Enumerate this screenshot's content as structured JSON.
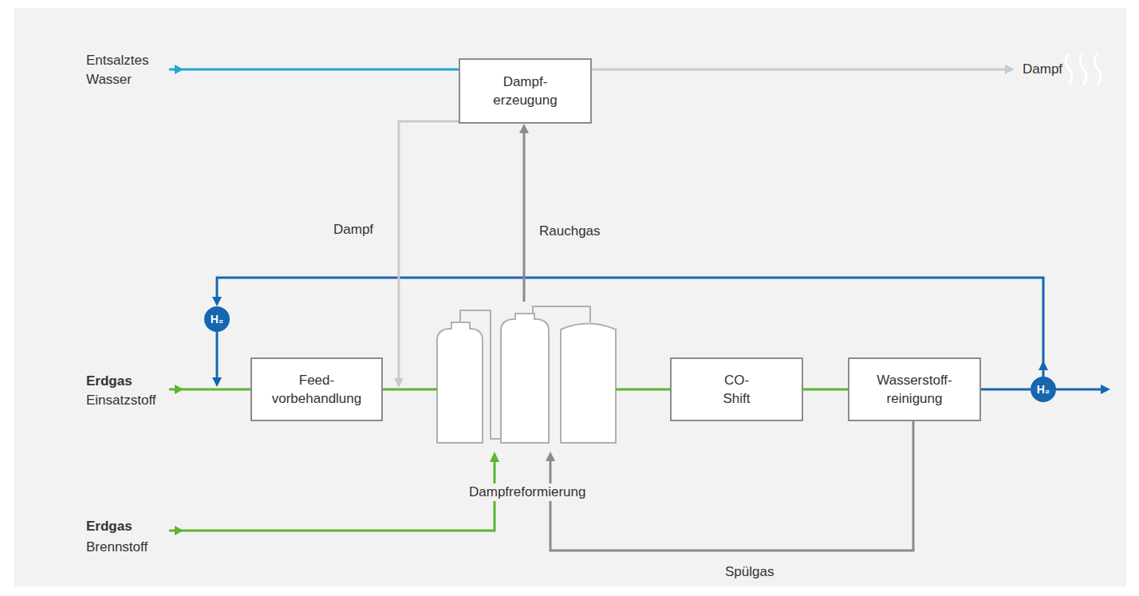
{
  "diagram": {
    "nodes": [
      {
        "text": [
          "Dampf- erzeugung"
        ]
      },
      {
        "text": [
          "Feed- vorbehandlung"
        ]
      },
      {
        "text": [
          "Dampfreformierung"
        ]
      },
      {
        "text": [
          "CO- Shift"
        ]
      },
      {
        "text": [
          "Wasserstoff- reinigung"
        ]
      },
      {
        "text": [
          "H₂"
        ]
      },
      {
        "text": [
          "H₂"
        ]
      }
    ],
    "edges": [
      {
        "from": 1,
        "to": 2,
        "arrow": "none"
      },
      {
        "from": 2,
        "to": 3,
        "arrow": "none"
      },
      {
        "from": 3,
        "to": 4,
        "arrow": "none"
      },
      {
        "from": 4,
        "to": 6,
        "arrow": "none"
      },
      {
        "from": 6,
        "to": 5,
        "arrow": "to"
      },
      {
        "from": 5,
        "to": 1,
        "arrow": "to"
      },
      {
        "from": 2,
        "to": 0,
        "label": "Rauchgas",
        "arrow": "to"
      },
      {
        "from": 0,
        "to": 2,
        "label": "Dampf",
        "arrow": "to"
      },
      {
        "from": 4,
        "to": 2,
        "label": "Spülgas",
        "arrow": "to"
      }
    ],
    "labels": [
      "Entsalztes Wasser",
      "Dampf",
      "Erdgas",
      "Einsatzstoff",
      "Erdgas",
      "Brennstoff"
    ]
  }
}
